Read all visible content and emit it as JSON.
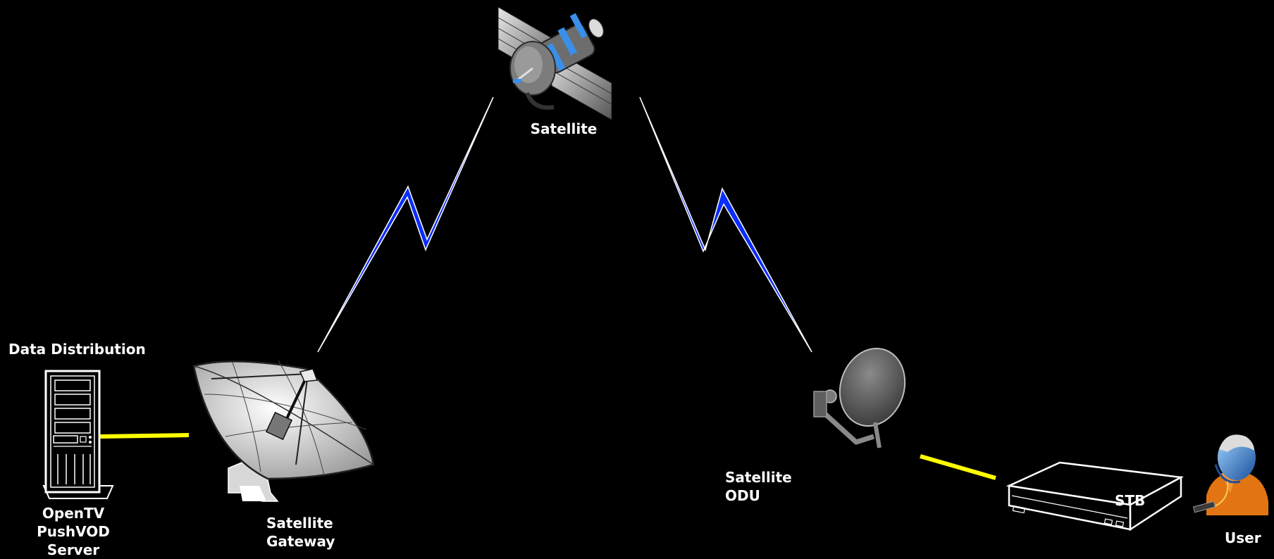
{
  "labels": {
    "satellite": "Satellite",
    "data_distribution": "Data Distribution",
    "server_line1": "OpenTV",
    "server_line2": "PushVOD",
    "server_line3": "Server",
    "gateway_line1": "Satellite",
    "gateway_line2": "Gateway",
    "odu_line1": "Satellite",
    "odu_line2": "ODU",
    "stb": "STB",
    "user": "User"
  },
  "colors": {
    "background": "#000000",
    "link_wire": "#ffff00",
    "uplink_bolt": "#0a2cff",
    "label_text": "#ffffff"
  },
  "icons": {
    "satellite": "satellite-icon",
    "server": "server-tower-icon",
    "gateway": "gateway-dish-icon",
    "odu": "odu-dish-icon",
    "stb": "set-top-box-icon",
    "user": "user-person-icon"
  }
}
